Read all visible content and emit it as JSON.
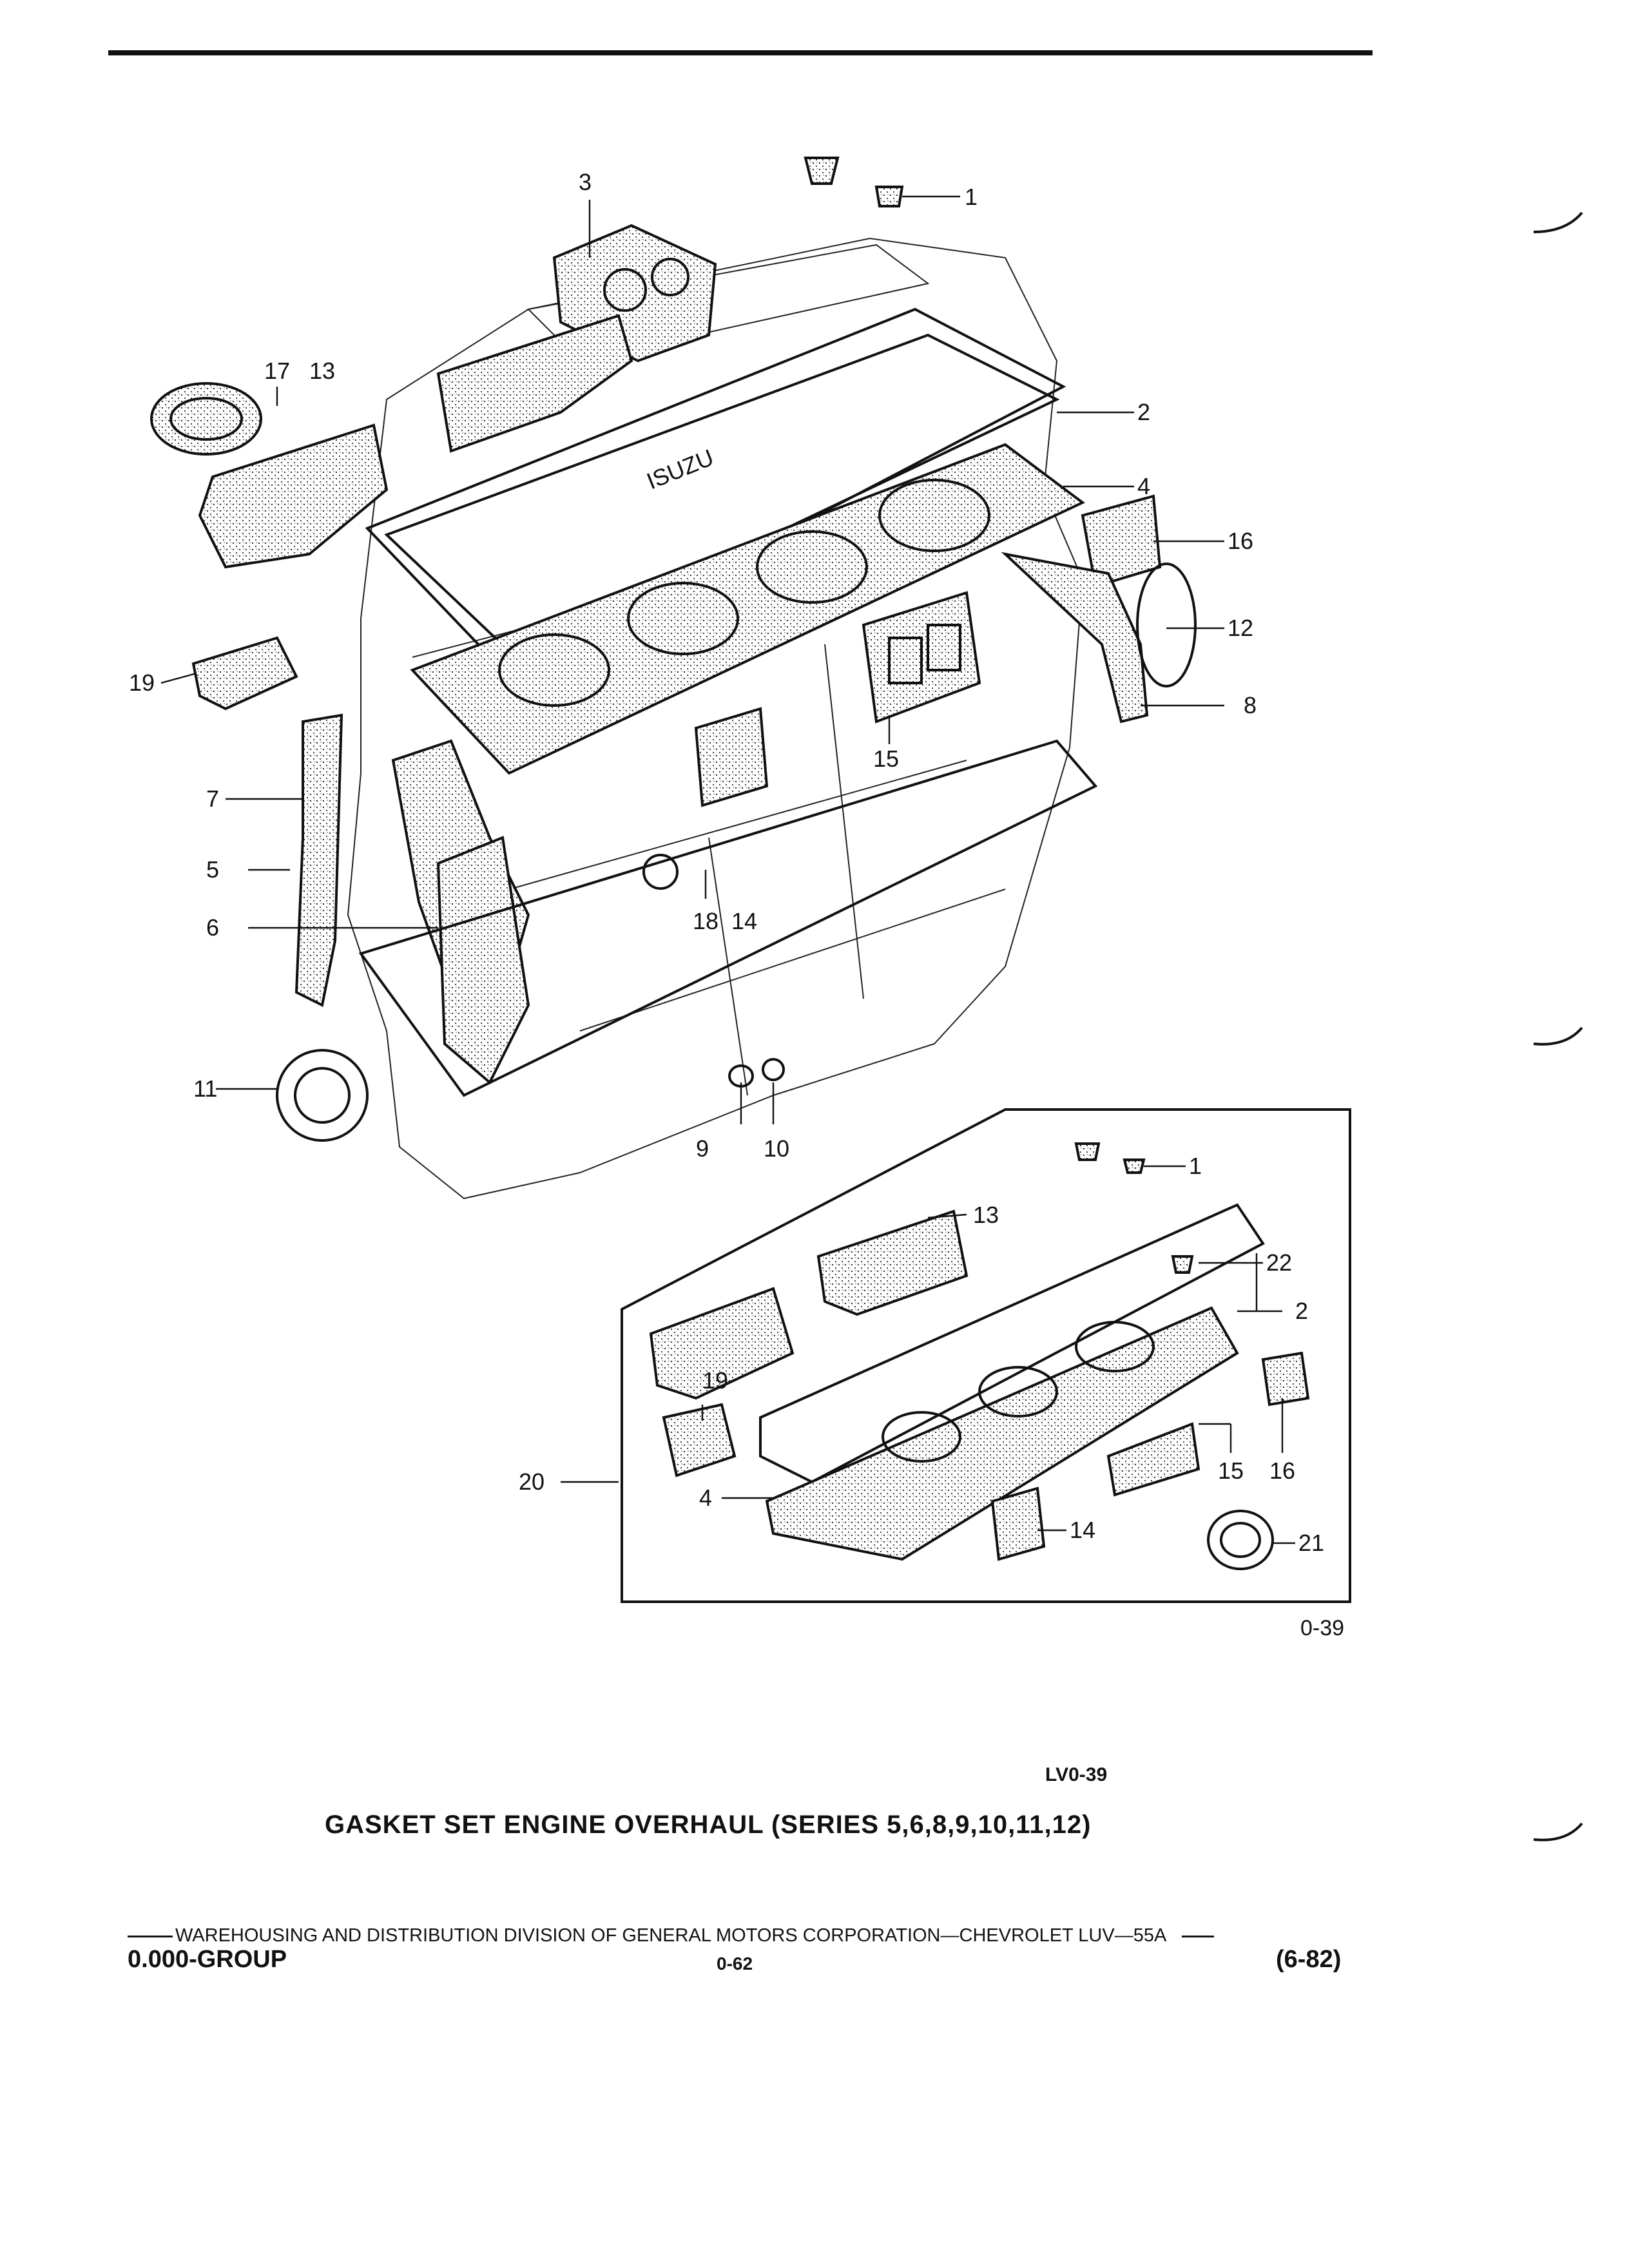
{
  "figure": {
    "callouts": {
      "c1": "1",
      "c2": "2",
      "c3": "3",
      "c4": "4",
      "c5": "5",
      "c6": "6",
      "c7": "7",
      "c8": "8",
      "c9": "9",
      "c10": "10",
      "c11": "11",
      "c12": "12",
      "c13": "13",
      "c14": "14",
      "c15": "15",
      "c16": "16",
      "c17": "17",
      "c18": "18",
      "c19": "19",
      "k1": "1",
      "k2": "2",
      "k4": "4",
      "k13": "13",
      "k14": "14",
      "k15": "15",
      "k16": "16",
      "k19": "19",
      "k20": "20",
      "k21": "21",
      "k22": "22"
    },
    "figure_number": "0-39",
    "logo_text": "ISUZU"
  },
  "lv_code": "LV0-39",
  "caption": "GASKET SET ENGINE OVERHAUL (SERIES 5,6,8,9,10,11,12)",
  "footer": {
    "line": "WAREHOUSING AND DISTRIBUTION  DIVISION OF GENERAL MOTORS CORPORATION—CHEVROLET LUV—55A",
    "group": "0.000-GROUP",
    "page": "0-62",
    "date": "(6-82)"
  }
}
